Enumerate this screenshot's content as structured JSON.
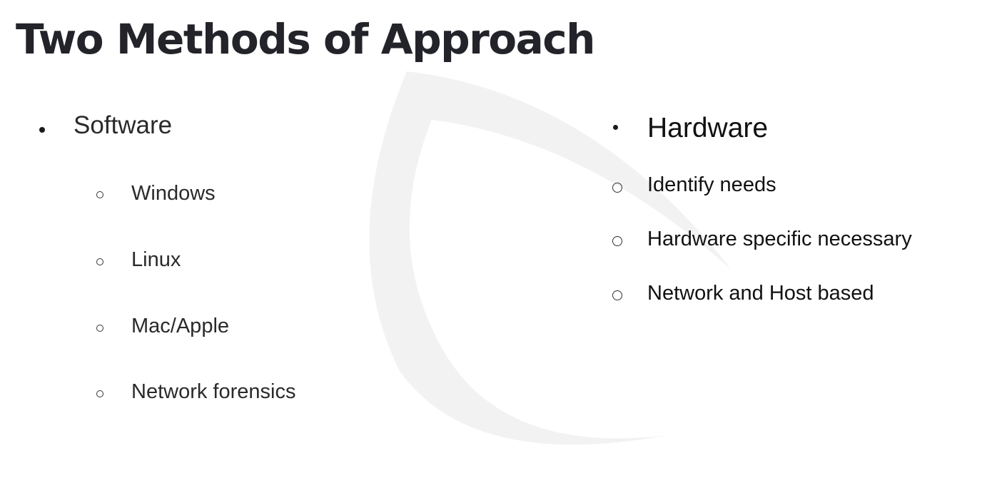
{
  "slide": {
    "title": "Two Methods of Approach",
    "left_column": {
      "heading": "Software",
      "items": [
        "Windows",
        "Linux",
        "Mac/Apple",
        "Network forensics"
      ]
    },
    "right_column": {
      "heading": "Hardware",
      "items": [
        "Identify needs",
        "Hardware specific necessary",
        "Network and Host based"
      ]
    }
  }
}
